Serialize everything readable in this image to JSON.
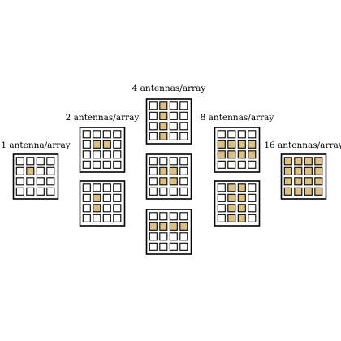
{
  "groups": [
    {
      "label": "1 antenna/array",
      "arrays": [
        {
          "active": [
            [
              1,
              1
            ]
          ]
        }
      ]
    },
    {
      "label": "2 antennas/array",
      "arrays": [
        {
          "active": [
            [
              1,
              1
            ],
            [
              1,
              2
            ]
          ]
        },
        {
          "active": [
            [
              1,
              1
            ],
            [
              2,
              1
            ]
          ]
        }
      ]
    },
    {
      "label": "4 antennas/array",
      "arrays": [
        {
          "active": [
            [
              0,
              1
            ],
            [
              1,
              1
            ],
            [
              2,
              1
            ],
            [
              3,
              1
            ]
          ]
        },
        {
          "active": [
            [
              1,
              1
            ],
            [
              1,
              2
            ],
            [
              2,
              1
            ],
            [
              2,
              2
            ]
          ]
        },
        {
          "active": [
            [
              1,
              0
            ],
            [
              1,
              1
            ],
            [
              1,
              2
            ],
            [
              1,
              3
            ]
          ]
        }
      ]
    },
    {
      "label": "8 antennas/array",
      "arrays": [
        {
          "active": [
            [
              1,
              0
            ],
            [
              1,
              1
            ],
            [
              1,
              2
            ],
            [
              1,
              3
            ],
            [
              2,
              0
            ],
            [
              2,
              1
            ],
            [
              2,
              2
            ],
            [
              2,
              3
            ]
          ]
        },
        {
          "active": [
            [
              0,
              1
            ],
            [
              1,
              1
            ],
            [
              2,
              1
            ],
            [
              3,
              1
            ],
            [
              0,
              2
            ],
            [
              1,
              2
            ],
            [
              2,
              2
            ],
            [
              3,
              2
            ]
          ]
        }
      ]
    },
    {
      "label": "16 antennas/array",
      "arrays": [
        {
          "active": [
            [
              0,
              0
            ],
            [
              0,
              1
            ],
            [
              0,
              2
            ],
            [
              0,
              3
            ],
            [
              1,
              0
            ],
            [
              1,
              1
            ],
            [
              1,
              2
            ],
            [
              1,
              3
            ],
            [
              2,
              0
            ],
            [
              2,
              1
            ],
            [
              2,
              2
            ],
            [
              2,
              3
            ],
            [
              3,
              0
            ],
            [
              3,
              1
            ],
            [
              3,
              2
            ],
            [
              3,
              3
            ]
          ]
        }
      ]
    }
  ],
  "grid_size": 4,
  "colors": {
    "active_cell": "#dcc083",
    "inactive_cell": "#ffffff",
    "stroke": "#000000"
  }
}
